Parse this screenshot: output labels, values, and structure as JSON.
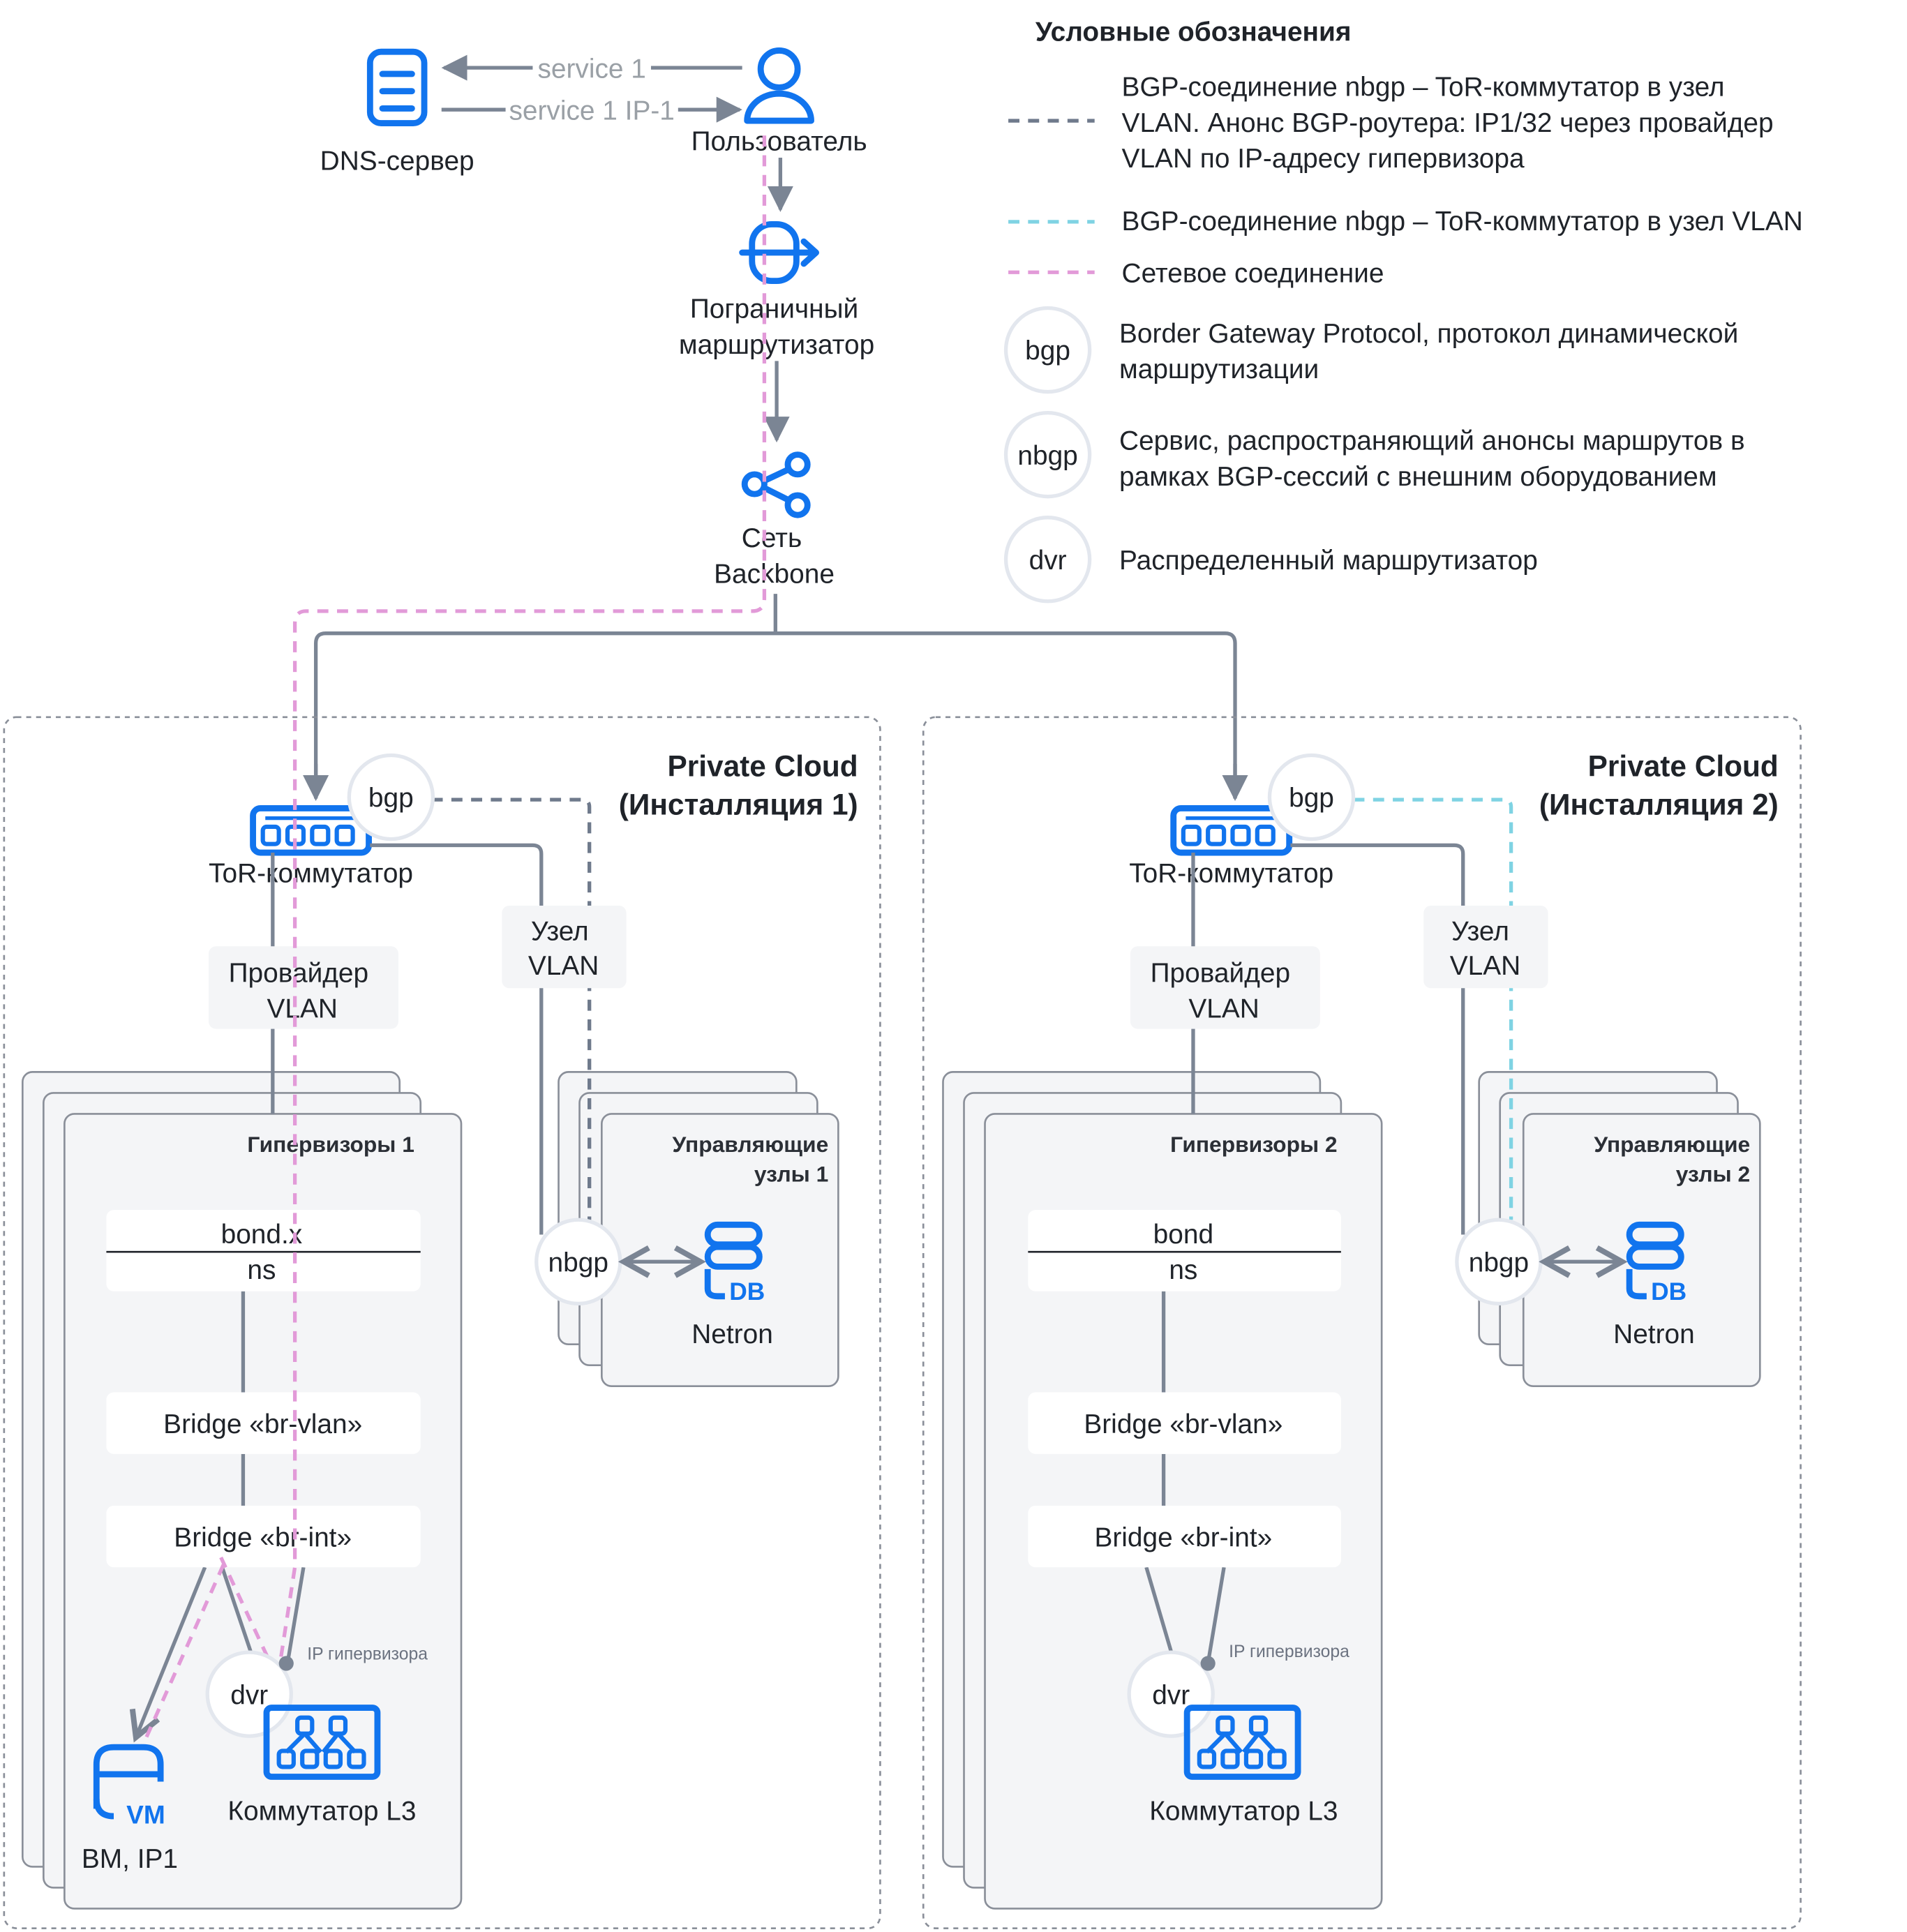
{
  "colors": {
    "line": "#7b8594",
    "accent": "#1174ee",
    "net_connection": "#e29ad8",
    "bgp_vlan_advert": "#6f7a8c",
    "bgp_vlan": "#7fd3e3",
    "panel": "#f4f5f7",
    "panel_border": "#8a8f99"
  },
  "legend": {
    "title": "Условные обозначения",
    "items": [
      {
        "line1": "BGP-соединение nbgp – ToR-коммутатор в узел",
        "line2": "VLAN. Анонс BGP-роутера: IP1/32 через провайдер",
        "line3": "VLAN по IP-адресу гипервизора"
      },
      {
        "line1": "BGP-соединение nbgp – ToR-коммутатор в узел VLAN"
      },
      {
        "line1": "Сетевое соединение"
      },
      {
        "badge": "bgp",
        "line1": "Border Gateway Protocol, протокол динамической",
        "line2": "маршрутизации"
      },
      {
        "badge": "nbgp",
        "line1": "Сервис, распространяющий анонсы маршрутов в",
        "line2": "рамках BGP-сессий с внешним оборудованием"
      },
      {
        "badge": "dvr",
        "line1": "Распределенный маршрутизатор"
      }
    ]
  },
  "top": {
    "dns_label": "DNS-сервер",
    "user_label": "Пользователь",
    "arrow_service": "service 1",
    "arrow_service_ip": "service 1 IP-1",
    "border_router_line1": "Пограничный",
    "border_router_line2": "маршрутизатор",
    "backbone_line1": "Сеть",
    "backbone_line2": "Backbone"
  },
  "clouds": [
    {
      "title_line1": "Private Cloud",
      "title_line2": "(Инсталляция 1)",
      "tor_label": "ToR-коммутатор",
      "bgp": "bgp",
      "provider_line1": "Провайдер",
      "provider_line2": "VLAN",
      "vlan_node_line1": "Узел",
      "vlan_node_line2": "VLAN",
      "hypervisors_title": "Гипервизоры 1",
      "bond": "bond.x",
      "ns": "ns",
      "br_vlan": "Bridge «br-vlan»",
      "br_int": "Bridge «br-int»",
      "ip_hypervisor": "IP гипервизора",
      "dvr": "dvr",
      "l3_label": "Коммутатор L3",
      "vm_badge": "VM",
      "vm_label": "ВМ, IP1",
      "mgmt_title_line1": "Управляющие",
      "mgmt_title_line2": "узлы 1",
      "nbgp": "nbgp",
      "db_badge": "DB",
      "netron": "Netron"
    },
    {
      "title_line1": "Private Cloud",
      "title_line2": "(Инсталляция 2)",
      "tor_label": "ToR-коммутатор",
      "bgp": "bgp",
      "provider_line1": "Провайдер",
      "provider_line2": "VLAN",
      "vlan_node_line1": "Узел",
      "vlan_node_line2": "VLAN",
      "hypervisors_title": "Гипервизоры 2",
      "bond": "bond",
      "ns": "ns",
      "br_vlan": "Bridge «br-vlan»",
      "br_int": "Bridge «br-int»",
      "ip_hypervisor": "IP гипервизора",
      "dvr": "dvr",
      "l3_label": "Коммутатор L3",
      "mgmt_title_line1": "Управляющие",
      "mgmt_title_line2": "узлы 2",
      "nbgp": "nbgp",
      "db_badge": "DB",
      "netron": "Netron"
    }
  ]
}
